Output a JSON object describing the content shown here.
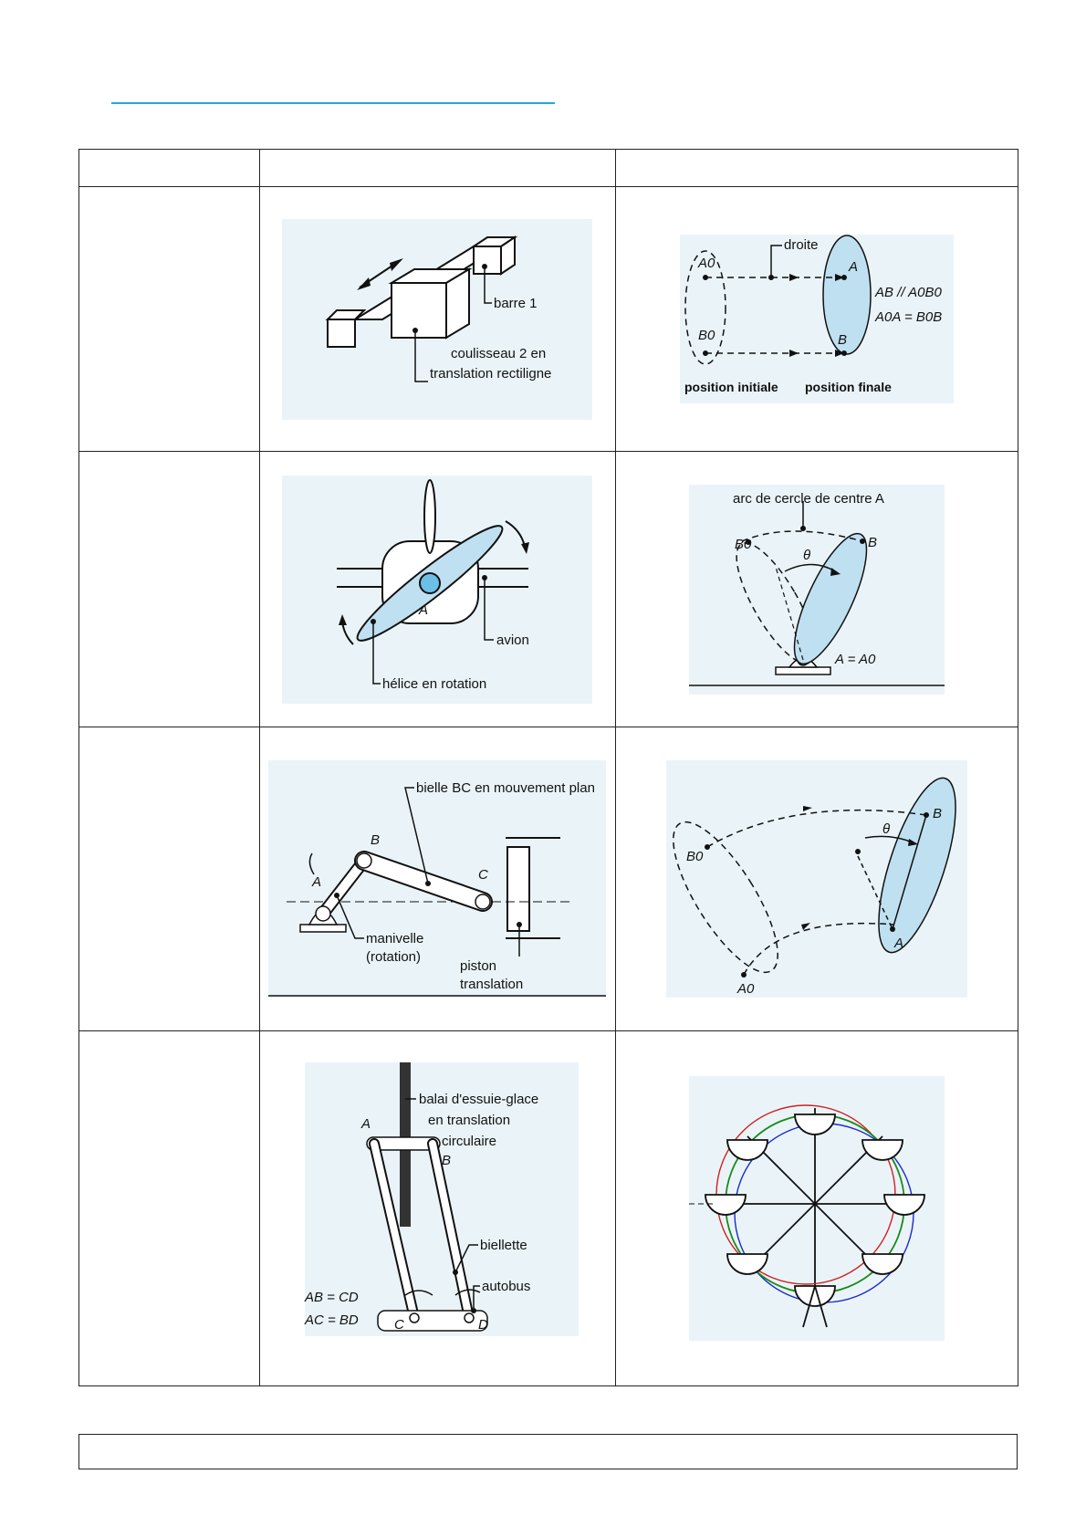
{
  "table": {
    "headers": [
      "",
      "",
      ""
    ],
    "rows": [
      {
        "label": "",
        "example": {
          "name": "translation-rectiligne",
          "labels": [
            "barre 1",
            "coulisseau 2 en",
            "translation rectiligne"
          ]
        },
        "trajectory": {
          "labels": [
            "droite",
            "A0",
            "A",
            "B0",
            "B",
            "AB // A0B0",
            "A0A = B0B",
            "position initiale",
            "position finale"
          ]
        }
      },
      {
        "label": "",
        "example": {
          "labels": [
            "A",
            "avion",
            "hélice en rotation"
          ]
        },
        "trajectory": {
          "labels": [
            "arc de cercle de centre A",
            "B0",
            "θ",
            "B",
            "A = A0"
          ]
        }
      },
      {
        "label": "",
        "example": {
          "labels": [
            "bielle BC en mouvement plan",
            "B",
            "A",
            "C",
            "manivelle",
            "(rotation)",
            "piston",
            "translation"
          ]
        },
        "trajectory": {
          "labels": [
            "B",
            "θ",
            "B0",
            "A",
            "A0"
          ]
        }
      },
      {
        "label": "",
        "example": {
          "labels": [
            "balai d'essuie-glace",
            "en translation",
            "circulaire",
            "A",
            "B",
            "biellette",
            "autobus",
            "AB = CD",
            "AC = BD",
            "C",
            "D"
          ]
        },
        "trajectory": {
          "labels": []
        }
      }
    ]
  },
  "footer": {
    "text": ""
  },
  "colors": {
    "accent_line": "#2aa6d8",
    "fill_blue": "#bfe0f0",
    "red": "#d02020",
    "green": "#1a8a1a",
    "blue": "#1a2ad0"
  }
}
